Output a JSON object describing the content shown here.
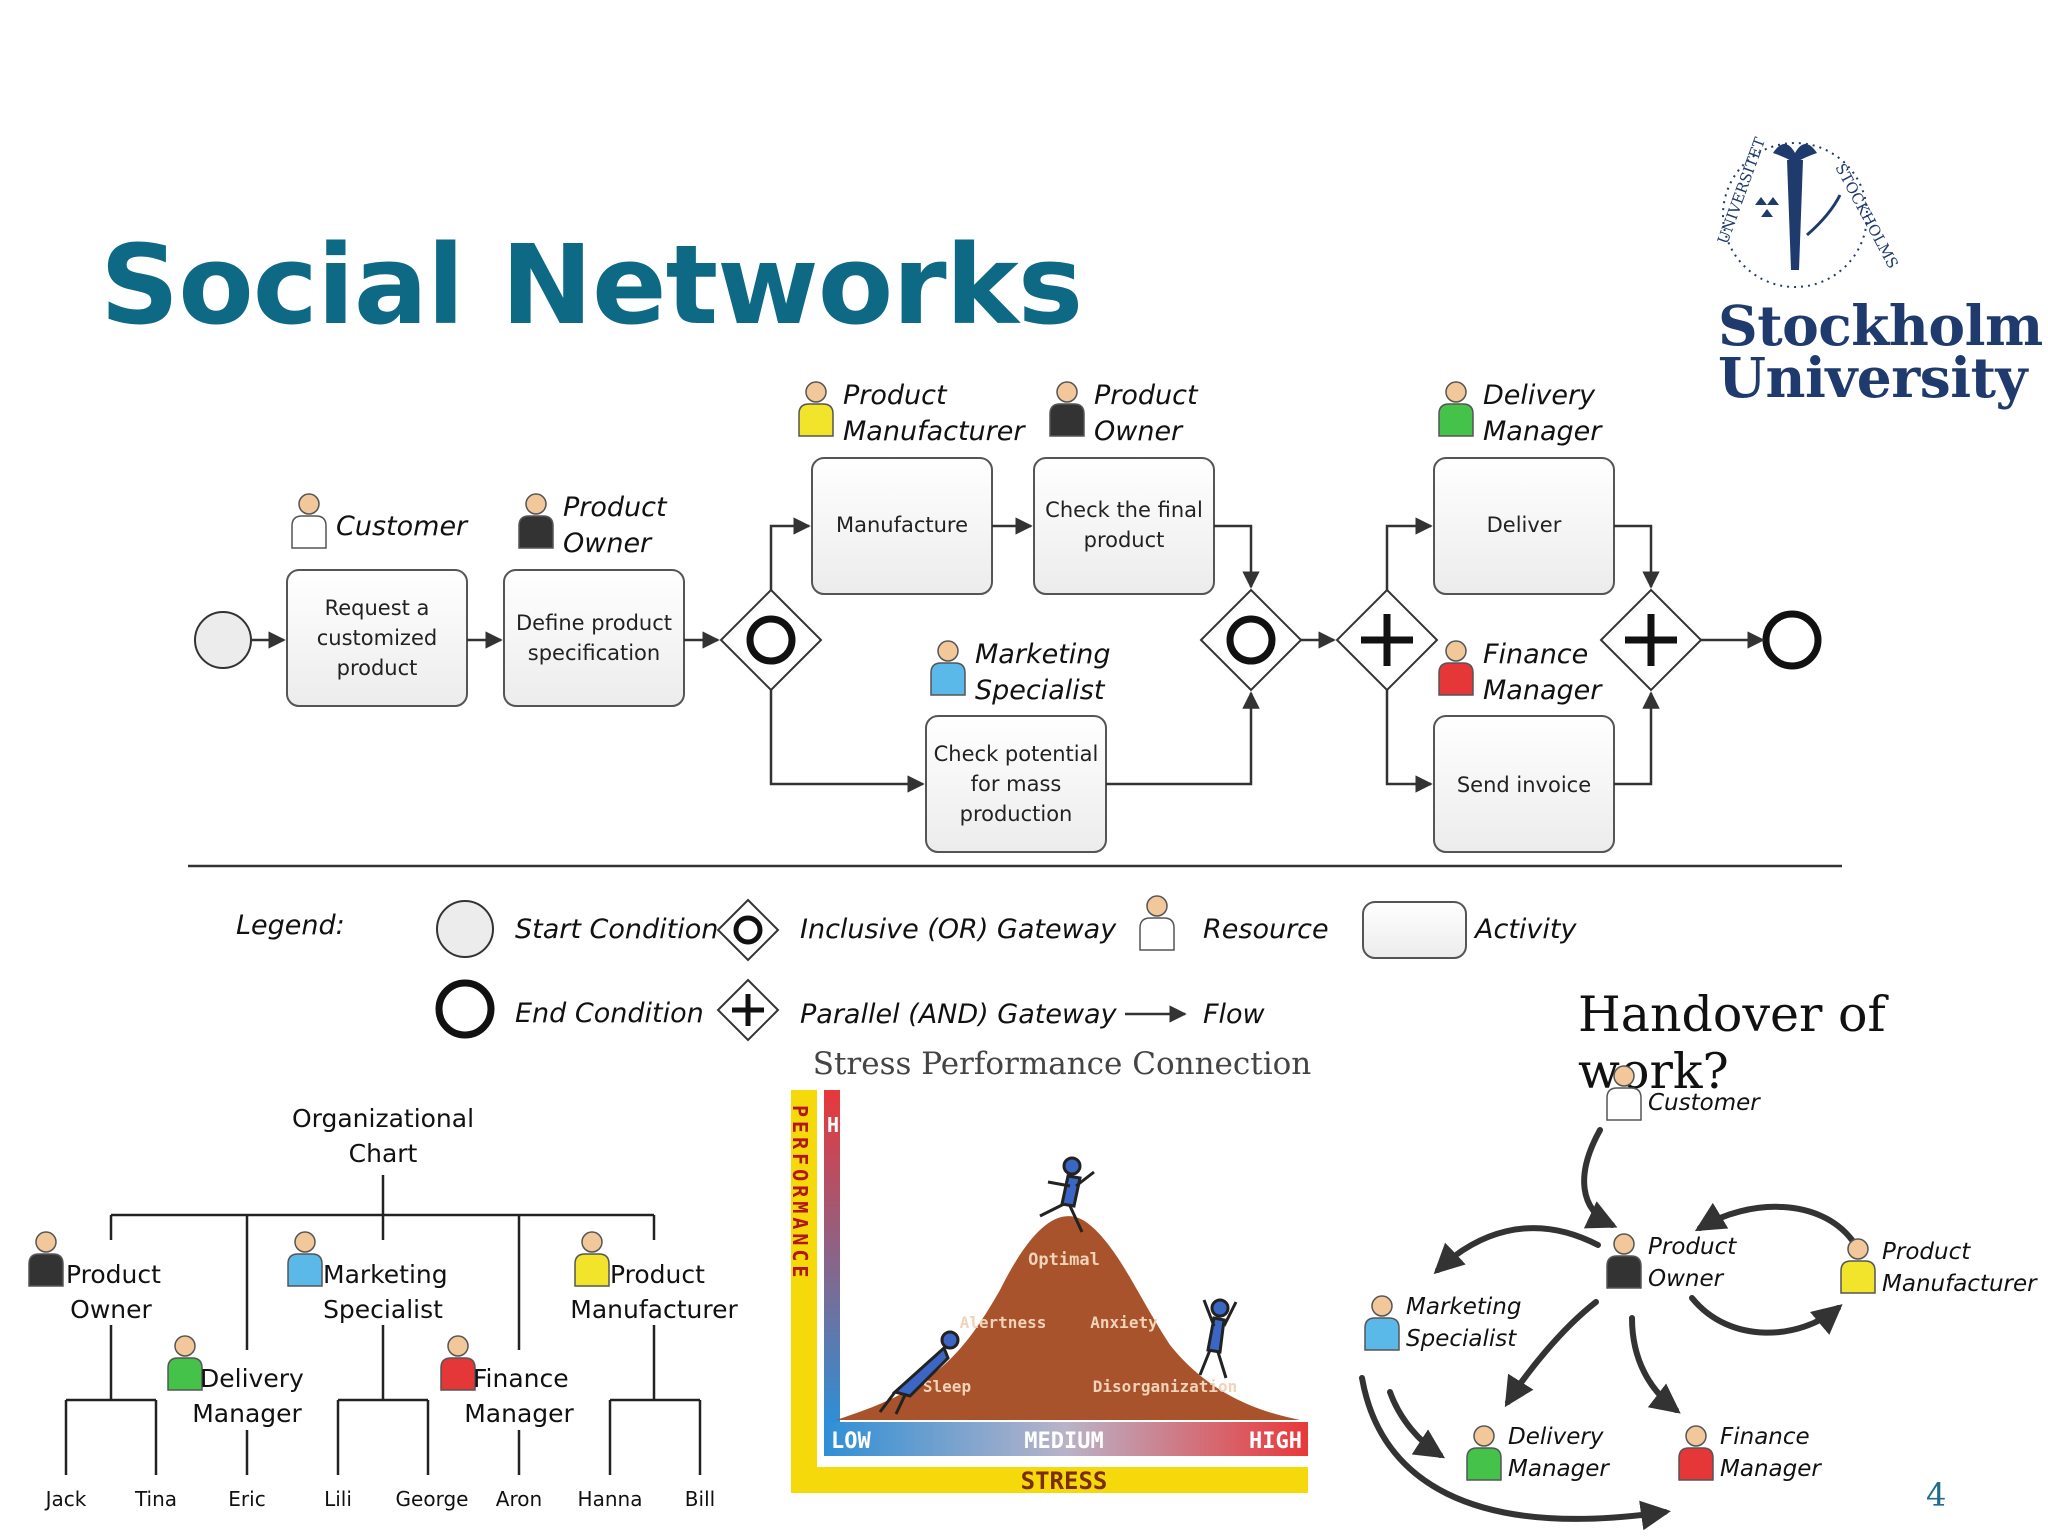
{
  "slide": {
    "title": "Social Networks",
    "logo_lines": [
      "Stockholm",
      "University"
    ],
    "logo_seal_text": "UNIVERSITET STOCKHOLMS",
    "page_number": "4"
  },
  "process": {
    "roles": {
      "customer": [
        "Customer"
      ],
      "product_owner_1": [
        "Product",
        "Owner"
      ],
      "product_manufacturer": [
        "Product",
        "Manufacturer"
      ],
      "product_owner_2": [
        "Product",
        "Owner"
      ],
      "marketing_specialist": [
        "Marketing",
        "Specialist"
      ],
      "delivery_manager": [
        "Delivery",
        "Manager"
      ],
      "finance_manager": [
        "Finance",
        "Manager"
      ]
    },
    "activities": {
      "request": [
        "Request a",
        "customized",
        "product"
      ],
      "define": [
        "Define product",
        "specification"
      ],
      "manufacture": [
        "Manufacture"
      ],
      "check_final": [
        "Check the final",
        "product"
      ],
      "check_potential": [
        "Check potential",
        "for mass",
        "production"
      ],
      "deliver": [
        "Deliver"
      ],
      "send_invoice": [
        "Send invoice"
      ]
    }
  },
  "legend": {
    "title": "Legend:",
    "start": "Start Condition",
    "end": "End Condition",
    "or_gateway": "Inclusive (OR) Gateway",
    "and_gateway": "Parallel (AND) Gateway",
    "resource": "Resource",
    "flow": "Flow",
    "activity": "Activity"
  },
  "org_chart": {
    "title": [
      "Organizational",
      "Chart"
    ],
    "roles": {
      "product_owner": [
        "Product",
        "Owner"
      ],
      "marketing_specialist": [
        "Marketing",
        "Specialist"
      ],
      "product_manufacturer": [
        "Product",
        "Manufacturer"
      ],
      "delivery_manager": [
        "Delivery",
        "Manager"
      ],
      "finance_manager": [
        "Finance",
        "Manager"
      ]
    },
    "people": [
      "Jack",
      "Tina",
      "Eric",
      "Lili",
      "George",
      "Aron",
      "Hanna",
      "Bill"
    ]
  },
  "stress_chart": {
    "title": "Stress Performance Connection",
    "y_axis": "PERFORMANCE",
    "y_high": "HIGH",
    "x_axis": "STRESS",
    "x_labels": [
      "LOW",
      "MEDIUM",
      "HIGH"
    ],
    "regions": [
      "Optimal",
      "Alertness",
      "Anxiety",
      "Sleep",
      "Disorganization"
    ]
  },
  "handover": {
    "title": "Handover of work?",
    "nodes": {
      "customer": [
        "Customer"
      ],
      "product_owner": [
        "Product",
        "Owner"
      ],
      "product_manufacturer": [
        "Product",
        "Manufacturer"
      ],
      "marketing_specialist": [
        "Marketing",
        "Specialist"
      ],
      "delivery_manager": [
        "Delivery",
        "Manager"
      ],
      "finance_manager": [
        "Finance",
        "Manager"
      ]
    }
  },
  "colors": {
    "title": "#0e6a84",
    "logo": "#1f3a6d",
    "customer": "#ffffff",
    "product_owner": "#333333",
    "product_manufacturer": "#f2e42b",
    "marketing_specialist": "#5bb9ea",
    "delivery_manager": "#44c24a",
    "finance_manager": "#e53737"
  }
}
